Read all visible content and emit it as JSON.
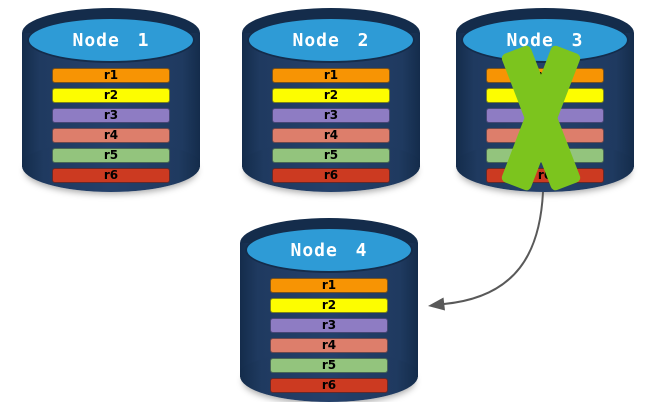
{
  "diagram": {
    "description": "Database cluster replication diagram: Node 3 fails and its ranges are re-replicated to Node 4",
    "colors": {
      "cylinder_body": "#1F3A60",
      "cylinder_outline": "#142C4B",
      "cylinder_cap": "#2E9BD6",
      "node_label_text": "#FFFFFF",
      "row_label_text": "#000000",
      "failure_x": "#7CC41E",
      "arrow": "#595959"
    },
    "nodes": [
      {
        "label": "Node 1",
        "failed": false,
        "rows": [
          {
            "label": "r1",
            "color": "#F79404"
          },
          {
            "label": "r2",
            "color": "#FDFD00"
          },
          {
            "label": "r3",
            "color": "#8E7CC3"
          },
          {
            "label": "r4",
            "color": "#DD7E6B"
          },
          {
            "label": "r5",
            "color": "#93C47D"
          },
          {
            "label": "r6",
            "color": "#CC3A21"
          }
        ]
      },
      {
        "label": "Node 2",
        "failed": false,
        "rows": [
          {
            "label": "r1",
            "color": "#F79404"
          },
          {
            "label": "r2",
            "color": "#FDFD00"
          },
          {
            "label": "r3",
            "color": "#8E7CC3"
          },
          {
            "label": "r4",
            "color": "#DD7E6B"
          },
          {
            "label": "r5",
            "color": "#93C47D"
          },
          {
            "label": "r6",
            "color": "#CC3A21"
          }
        ]
      },
      {
        "label": "Node 3",
        "failed": true,
        "rows": [
          {
            "label": "r1",
            "color": "#F79404"
          },
          {
            "label": "r2",
            "color": "#FDFD00"
          },
          {
            "label": "r3",
            "color": "#8E7CC3"
          },
          {
            "label": "r4",
            "color": "#DD7E6B"
          },
          {
            "label": "r5",
            "color": "#93C47D"
          },
          {
            "label": "r6",
            "color": "#CC3A21"
          }
        ]
      },
      {
        "label": "Node 4",
        "failed": false,
        "rows": [
          {
            "label": "r1",
            "color": "#F79404"
          },
          {
            "label": "r2",
            "color": "#FDFD00"
          },
          {
            "label": "r3",
            "color": "#8E7CC3"
          },
          {
            "label": "r4",
            "color": "#DD7E6B"
          },
          {
            "label": "r5",
            "color": "#93C47D"
          },
          {
            "label": "r6",
            "color": "#CC3A21"
          }
        ]
      }
    ],
    "failure_mark": {
      "on_node": "Node 3",
      "color": "#7CC41E"
    },
    "arrow": {
      "from": "Node 3",
      "to": "Node 4",
      "color": "#595959"
    }
  }
}
